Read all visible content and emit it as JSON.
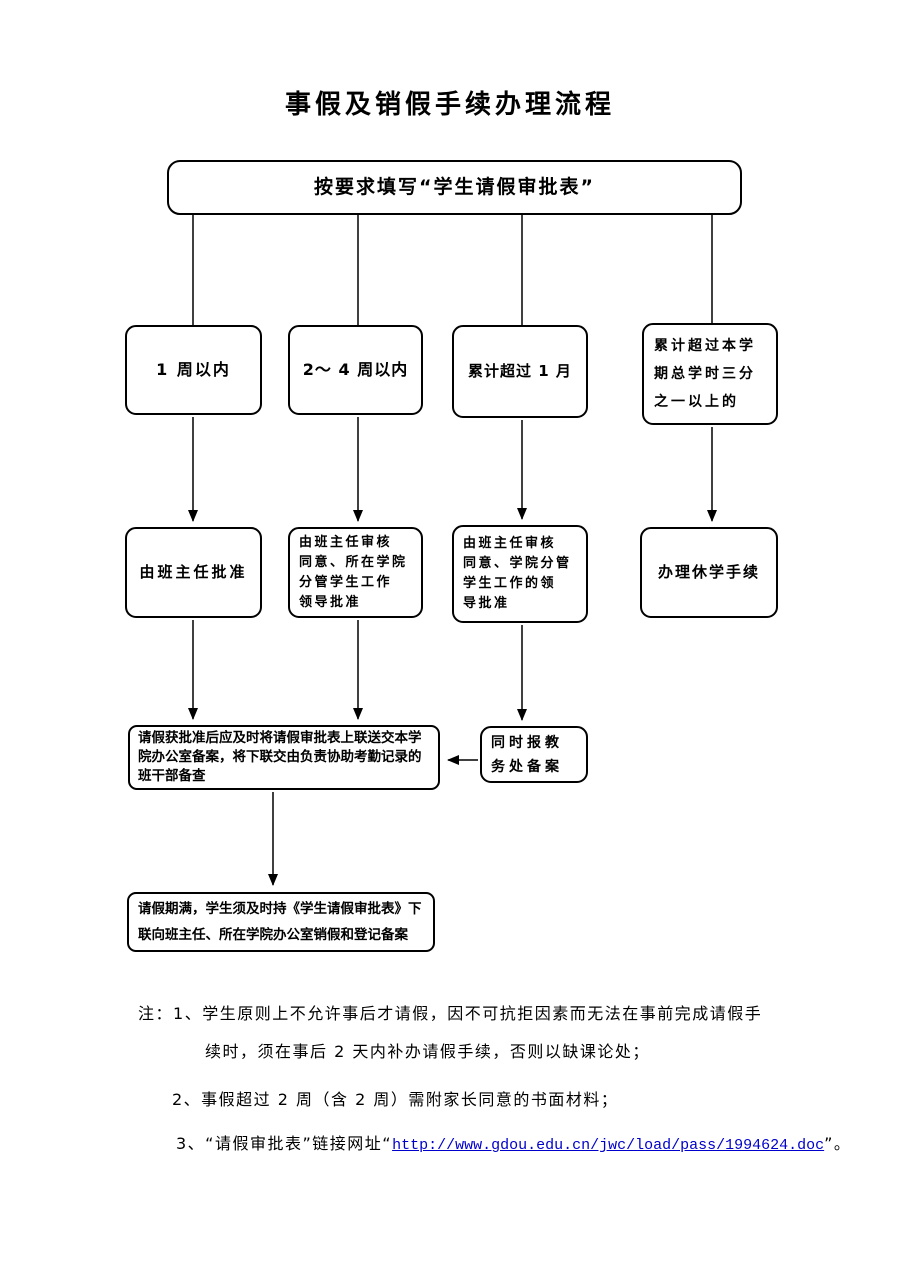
{
  "title": "事假及销假手续办理流程",
  "flow": {
    "top_box": "按要求填写“学生请假审批表”",
    "branch_boxes": [
      {
        "label": "1 周以内"
      },
      {
        "label": "2～ 4 周以内"
      },
      {
        "label": "累计超过 1 月"
      },
      {
        "label": "累计超过本学\n期总学时三分\n之一以上的"
      }
    ],
    "approval_boxes": [
      {
        "label": "由班主任批准"
      },
      {
        "label": "由班主任审核\n同意、所在学院\n分管学生工作\n领导批准"
      },
      {
        "label": "由班主任审核\n同意、学院分管\n学生工作的领\n导批准"
      },
      {
        "label": "办理休学手续"
      }
    ],
    "filing_box": "请假获批准后应及时将请假审批表上联送交本学\n院办公室备案，将下联交由负责协助考勤记录的\n班干部备查",
    "registrar_box": "同时报教\n务处备案",
    "final_box": "请假期满，学生须及时持《学生请假审批表》下\n联向班主任、所在学院办公室销假和登记备案"
  },
  "notes": {
    "label": "注：",
    "item1_line1": "1、学生原则上不允许事后才请假，因不可抗拒因素而无法在事前完成请假手",
    "item1_line2": "续时，须在事后 2 天内补办请假手续，否则以缺课论处；",
    "item2": "2、事假超过 2 周（含 2 周）需附家长同意的书面材料；",
    "item3_prefix": "3、“请假审批表”链接网址“",
    "item3_link": "http://www.gdou.edu.cn/jwc/load/pass/1994624.doc",
    "item3_suffix": "”。"
  },
  "colors": {
    "ink": "#000000",
    "link_blue": "#0000CC",
    "background": "#ffffff"
  }
}
